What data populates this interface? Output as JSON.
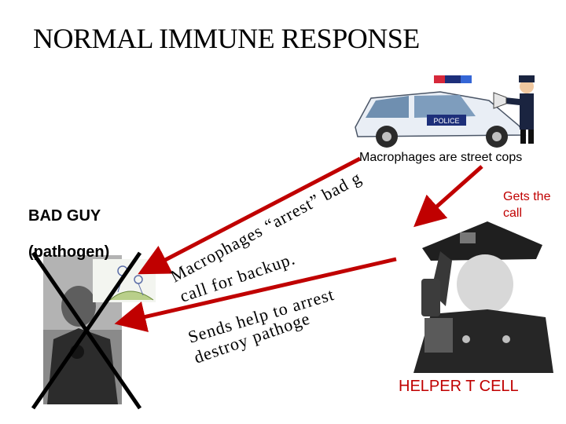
{
  "title": "NORMAL IMMUNE RESPONSE",
  "macrophage_caption": "Macrophages are street cops",
  "gets_call": [
    "Gets the",
    "call"
  ],
  "bad_guy_label": "BAD GUY",
  "pathogen_label": "(pathogen)",
  "helper_label": "HELPER T CELL",
  "upper_arrow_text": [
    "Macrophages “arrest” bad guys and",
    "call for backup."
  ],
  "lower_arrow_text": [
    "Sends help to arrest and",
    "destroy pathogen"
  ],
  "police_car_text": "POLICE",
  "colors": {
    "arrow": "#c00000",
    "accent_text": "#c00000",
    "cross": "#000000"
  }
}
